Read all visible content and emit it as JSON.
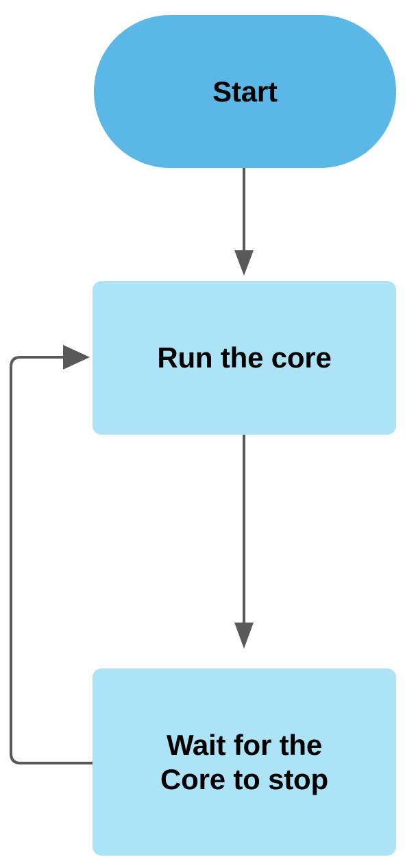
{
  "diagram": {
    "type": "flowchart",
    "title": "",
    "orientation": "top-to-bottom",
    "background_color": "#FFFFFF",
    "nodes": [
      {
        "id": "start",
        "label": "Start",
        "shape": "stadium",
        "fill_color": "#5BB7E6",
        "text_color": "#000000"
      },
      {
        "id": "run",
        "label": "Run the core",
        "shape": "rounded-rectangle",
        "fill_color": "#ADE3F7",
        "text_color": "#000000"
      },
      {
        "id": "wait",
        "label": "Wait for the\nCore to stop",
        "shape": "rounded-rectangle",
        "fill_color": "#ADE3F7",
        "text_color": "#000000"
      }
    ],
    "edges": [
      {
        "id": "start-to-run",
        "from": "start",
        "to": "run",
        "label": "",
        "style": "solid-arrow",
        "color": "#595959"
      },
      {
        "id": "run-to-wait",
        "from": "run",
        "to": "wait",
        "label": "",
        "style": "solid-arrow",
        "color": "#595959"
      },
      {
        "id": "wait-to-run-loop",
        "from": "wait",
        "to": "run",
        "label": "",
        "style": "solid-arrow-orthogonal-loop",
        "color": "#595959"
      }
    ],
    "edge_color": "#595959",
    "edge_width": 4
  }
}
